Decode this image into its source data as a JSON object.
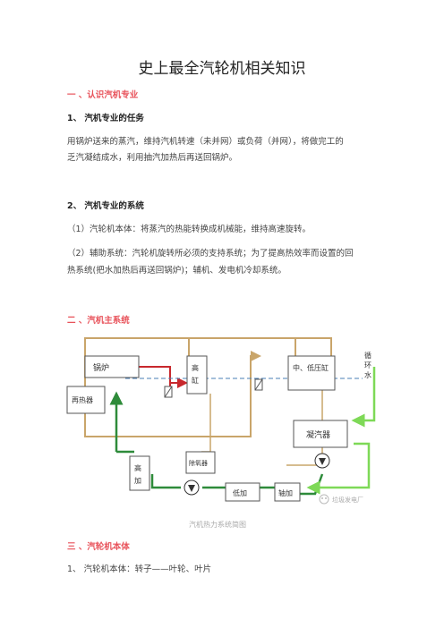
{
  "title": "史上最全汽轮机相关知识",
  "sections": [
    {
      "heading": "一 、认识汽机专业"
    },
    {
      "heading": "二 、汽机主系统"
    },
    {
      "heading": "三 、汽轮机本体"
    }
  ],
  "s1": {
    "item1_title": "1、  汽机专业的任务",
    "item1_line1": "用锅炉送来的蒸汽，维持汽机转速（未并网）或负荷（并网），将做完工的",
    "item1_line2": "乏汽凝结成水，利用抽汽加热后再送回锅炉。",
    "item2_title": "2、  汽机专业的系统",
    "item2_line1": "（1）汽轮机本体：将蒸汽的热能转换成机械能，维持高速旋转。",
    "item2_line2": "（2）辅助系统：汽轮机旋转所必须的支持系统；为了提高热效率而设置的回",
    "item2_line3": "热系统(把水加热后再送回锅炉)；辅机、发电机冷却系统。"
  },
  "diagram": {
    "labels": {
      "boiler": "锅炉",
      "reheater": "再热器",
      "hp1": "高",
      "hp2": "缸",
      "ip_lp": "中、低压缸",
      "condenser": "凝汽器",
      "deaerator": "除氧器",
      "hph1": "高",
      "hph2": "加",
      "lph": "低加",
      "shaft_heater": "轴加",
      "cw1": "循",
      "cw2": "环",
      "cw3": "水",
      "watermark": "垃圾发电厂"
    },
    "caption": "汽机热力系统简图"
  },
  "s3": {
    "line1": "1、  汽轮机本体：转子——叶轮、叶片"
  },
  "colors": {
    "heading": "#e8525a",
    "steam_main": "#c8282d",
    "reheat": "#c9a56a",
    "feedwater": "#2e8b3a",
    "circulating": "#7ed957"
  }
}
